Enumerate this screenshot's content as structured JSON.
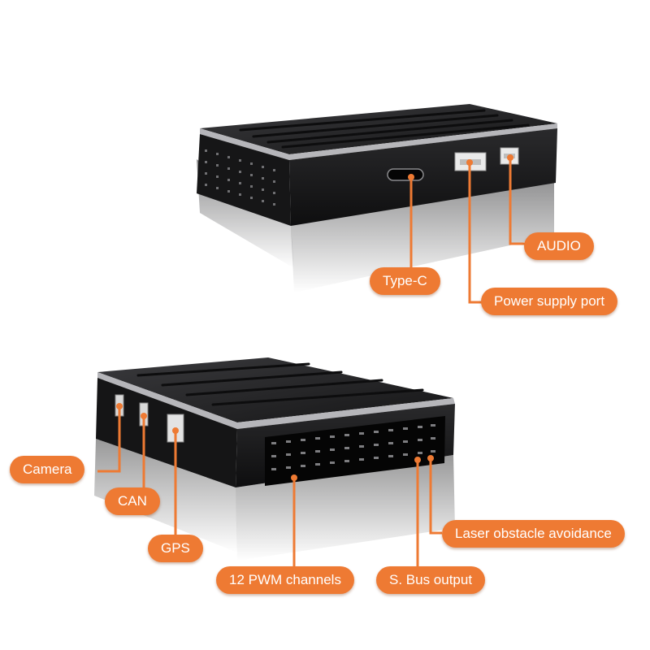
{
  "colors": {
    "accent": "#ee7a33",
    "device_body": "#1c1c1e",
    "device_edge": "#a9a9ad",
    "background": "#ffffff"
  },
  "callouts": {
    "audio": "AUDIO",
    "type_c": "Type-C",
    "power_supply_port": "Power supply port",
    "camera": "Camera",
    "can": "CAN",
    "gps": "GPS",
    "laser_obstacle_avoidance": "Laser obstacle avoidance",
    "pwm_channels": "12 PWM channels",
    "sbus_output": "S. Bus output"
  }
}
